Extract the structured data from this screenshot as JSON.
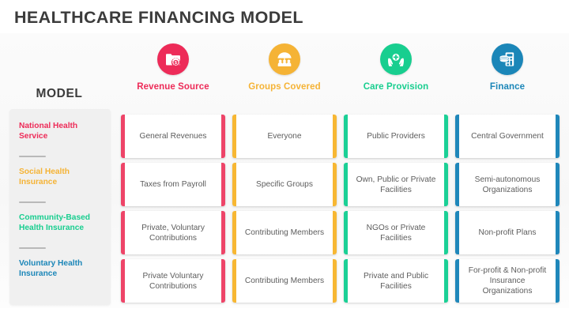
{
  "title": "HEALTHCARE FINANCING MODEL",
  "model_header": "MODEL",
  "colors": {
    "pink": "#ED2B58",
    "pink_bar": "#EE4468",
    "amber": "#F5B335",
    "amber_bar": "#F7B733",
    "green": "#18CE8F",
    "green_bar": "#1BD096",
    "blue": "#1B86B8",
    "blue_bar": "#1F87BA",
    "title_text": "#3B3B3B",
    "cell_text": "#5D5D5D",
    "panel_bg": "#F0F0F0"
  },
  "columns": [
    {
      "label": "Revenue Source",
      "icon": "folder-money-icon",
      "color": "#ED2B58",
      "bar": "#EE4468"
    },
    {
      "label": "Groups Covered",
      "icon": "umbrella-people-icon",
      "color": "#F5B335",
      "bar": "#F7B733"
    },
    {
      "label": "Care Provision",
      "icon": "hands-medical-cross-icon",
      "color": "#18CE8F",
      "bar": "#1BD096"
    },
    {
      "label": "Finance",
      "icon": "calculator-coins-icon",
      "color": "#1B86B8",
      "bar": "#1F87BA"
    }
  ],
  "rows": [
    {
      "label": "National Health Service",
      "color": "#ED2B58"
    },
    {
      "label": "Social Health Insurance",
      "color": "#F5B335"
    },
    {
      "label": "Community-Based Health Insurance",
      "color": "#18CE8F"
    },
    {
      "label": "Voluntary Health Insurance",
      "color": "#1B86B8"
    }
  ],
  "matrix": [
    [
      "General Revenues",
      "Everyone",
      "Public Providers",
      "Central Government"
    ],
    [
      "Taxes from Payroll",
      "Specific Groups",
      "Own, Public or Private Facilities",
      "Semi-autonomous Organizations"
    ],
    [
      "Private, Voluntary Contributions",
      "Contributing Members",
      "NGOs or Private Facilities",
      "Non-profit Plans"
    ],
    [
      "Private Voluntary Contributions",
      "Contributing Members",
      "Private and Public Facilities",
      "For-profit & Non-profit Insurance Organizations"
    ]
  ]
}
